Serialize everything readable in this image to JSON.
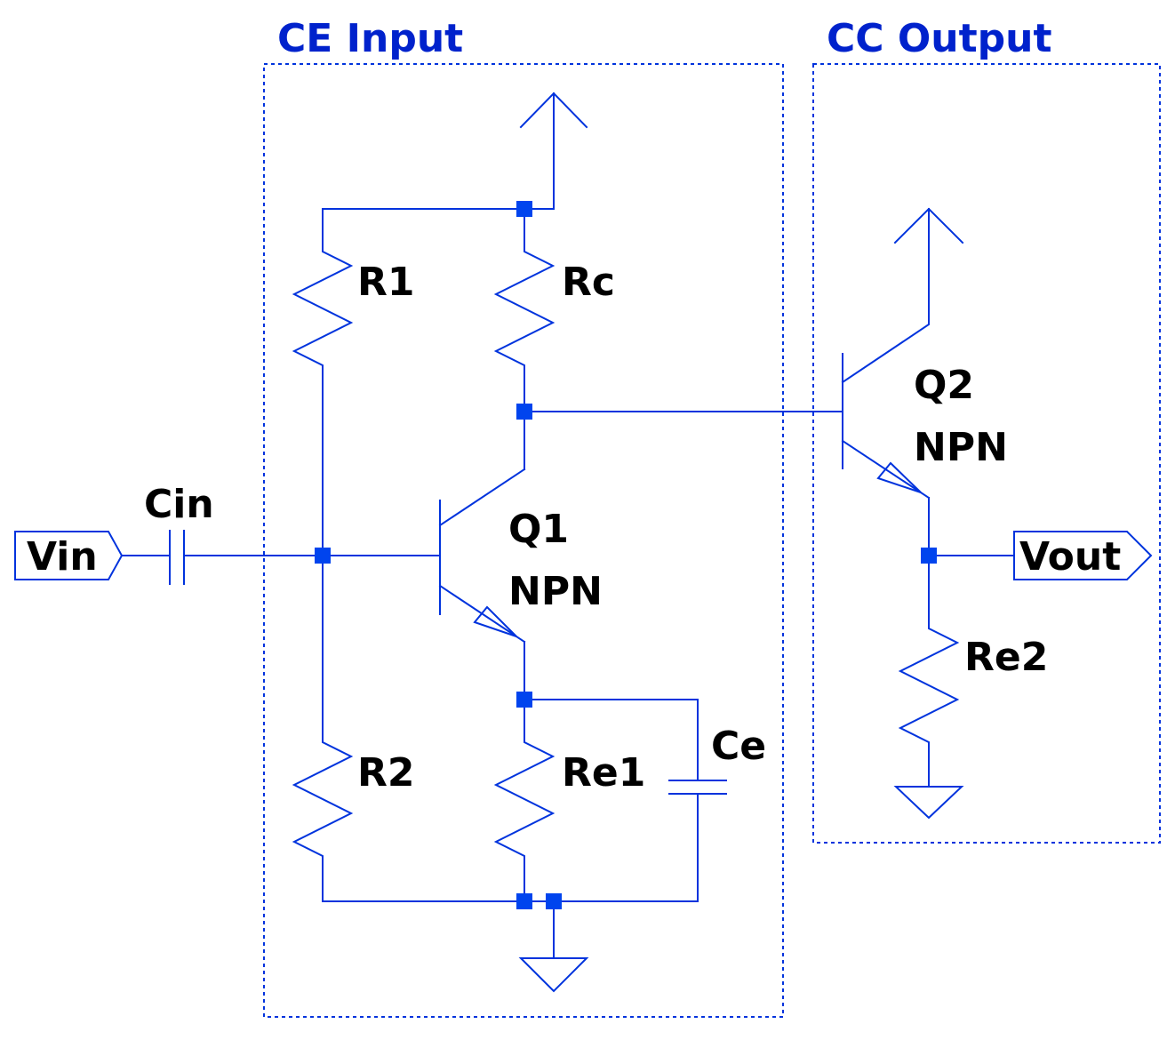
{
  "groups": {
    "ce_input_title": "CE Input",
    "cc_output_title": "CC Output"
  },
  "ports": {
    "input": "Vin",
    "output": "Vout"
  },
  "components": {
    "cin": "Cin",
    "r1": "R1",
    "rc": "Rc",
    "r2": "R2",
    "re1": "Re1",
    "ce": "Ce",
    "re2": "Re2",
    "q1_name": "Q1",
    "q1_type": "NPN",
    "q2_name": "Q2",
    "q2_type": "NPN"
  },
  "colors": {
    "wire": "#0033dd",
    "junction": "#0044ee",
    "title": "#0022cc",
    "label": "#000000"
  }
}
